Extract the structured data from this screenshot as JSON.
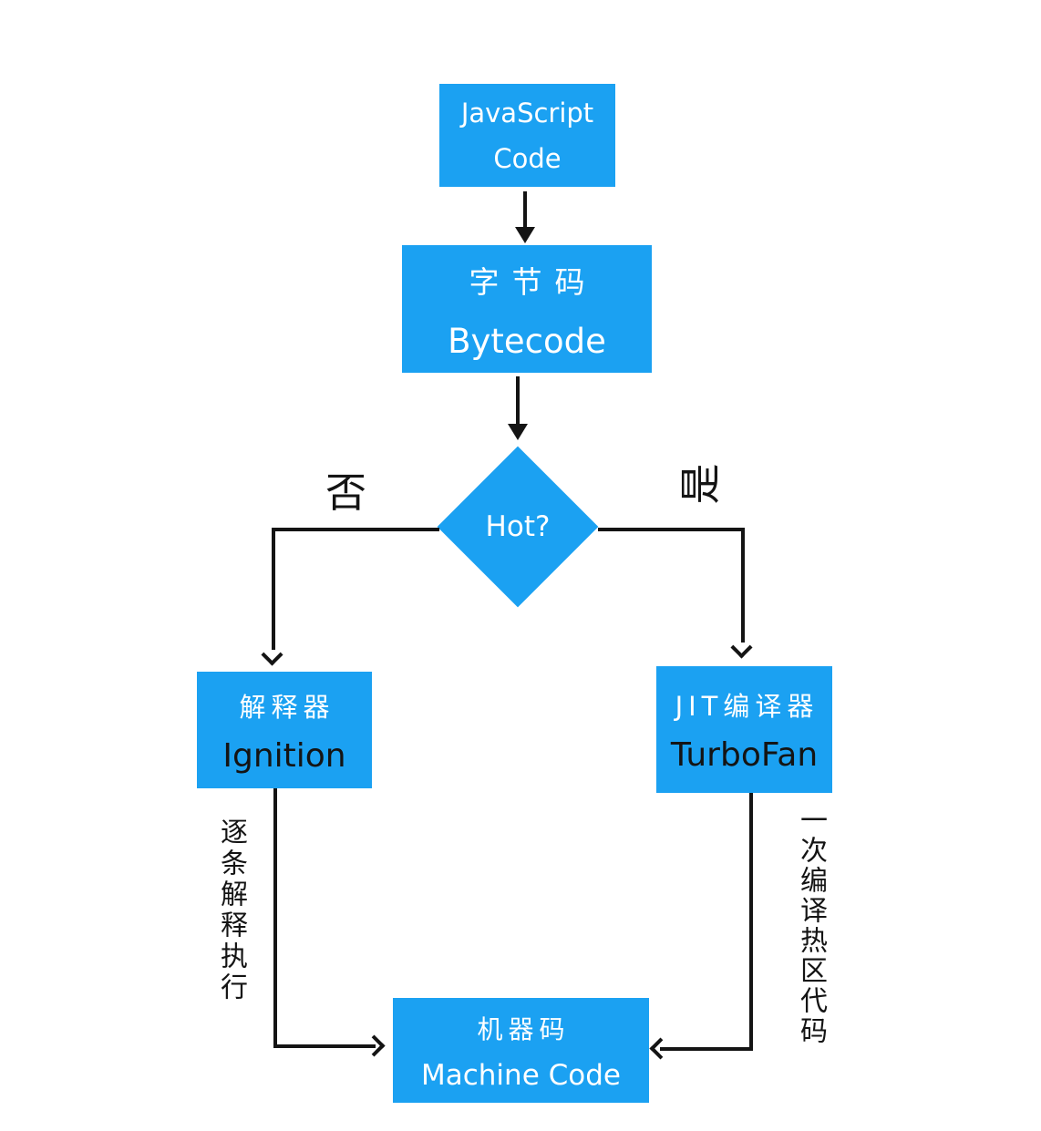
{
  "colors": {
    "node_fill": "#1ba1f2",
    "node_text": "#ffffff",
    "emphasis_text": "#141414",
    "line": "#141414",
    "background": "#ffffff"
  },
  "nodes": {
    "js_code": {
      "line1": "JavaScript",
      "line2": "Code"
    },
    "bytecode": {
      "line1": "字节码",
      "line2": "Bytecode"
    },
    "hot": {
      "label": "Hot?"
    },
    "ignition": {
      "line1": "解释器",
      "line2": "Ignition"
    },
    "turbofan": {
      "line1": "JIT编译器",
      "line2": "TurboFan"
    },
    "machine_code": {
      "line1": "机器码",
      "line2": "Machine Code"
    }
  },
  "edge_labels": {
    "no_branch": "否",
    "yes_branch": "是",
    "ignition_note": "逐条解释执行",
    "turbofan_note": "一次编译热区代码"
  }
}
